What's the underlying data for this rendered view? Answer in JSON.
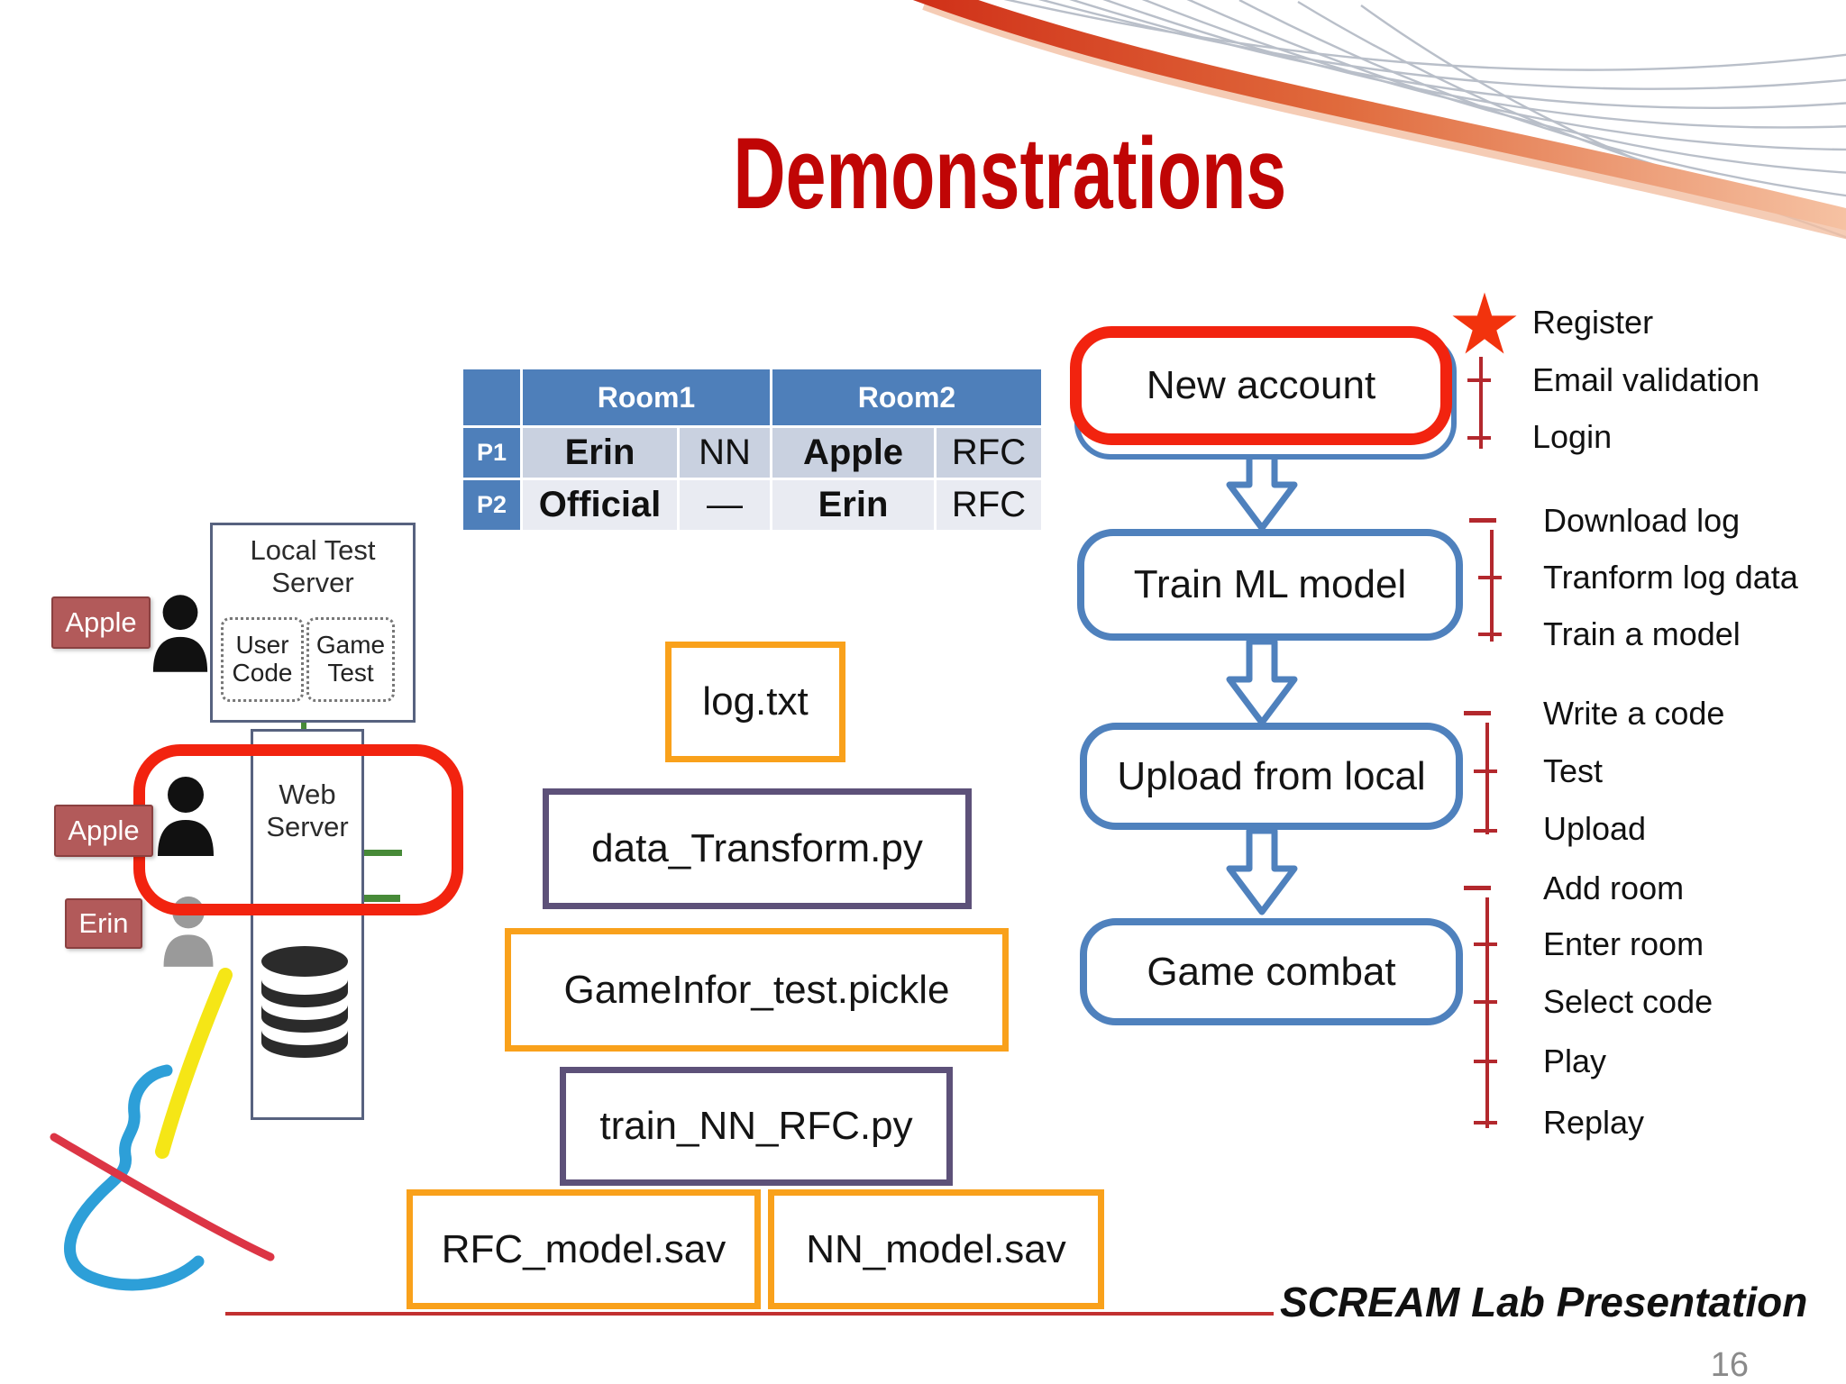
{
  "header": {
    "title": "Demonstrations"
  },
  "table": {
    "corner": "",
    "col_groups": [
      "Room1",
      "Room2"
    ],
    "rows": [
      {
        "label": "P1",
        "cells": [
          "Erin",
          "NN",
          "Apple",
          "RFC"
        ]
      },
      {
        "label": "P2",
        "cells": [
          "Official",
          "—",
          "Erin",
          "RFC"
        ]
      }
    ]
  },
  "diagram": {
    "local_test_server": "Local Test Server",
    "user_code": "User Code",
    "game_test": "Game Test",
    "web_server": "Web Server",
    "labels": {
      "apple_top": "Apple",
      "apple_mid": "Apple",
      "erin": "Erin"
    }
  },
  "files": [
    {
      "label": "log.txt",
      "style": "orange"
    },
    {
      "label": "data_Transform.py",
      "style": "purple"
    },
    {
      "label": "GameInfor_test.pickle",
      "style": "orange"
    },
    {
      "label": "train_NN_RFC.py",
      "style": "purple"
    },
    {
      "label": "RFC_model.sav",
      "style": "orange"
    },
    {
      "label": "NN_model.sav",
      "style": "orange"
    }
  ],
  "flow": {
    "steps": [
      {
        "label": "New account",
        "highlighted": true
      },
      {
        "label": "Train ML model",
        "highlighted": false
      },
      {
        "label": "Upload from local",
        "highlighted": false
      },
      {
        "label": "Game combat",
        "highlighted": false
      }
    ],
    "groups": [
      {
        "items": [
          "Register",
          "Email validation",
          "Login"
        ]
      },
      {
        "items": [
          "Download log",
          "Tranform log data",
          "Train a model"
        ]
      },
      {
        "items": [
          "Write a code",
          "Test",
          "Upload"
        ]
      },
      {
        "items": [
          "Add room",
          "Enter room",
          "Select code",
          "Play",
          "Replay"
        ]
      }
    ]
  },
  "footer": {
    "text": "SCREAM Lab Presentation",
    "page": "16"
  },
  "icons": {
    "star": "star-icon",
    "database": "database-icon",
    "user": "user-icon",
    "arrow_down": "arrow-down-icon",
    "swoosh": "swoosh-decoration",
    "logo": "scream-lab-logo"
  },
  "colors": {
    "title_red": "#C00505",
    "highlight_red": "#F2230F",
    "flow_blue": "#4F81BD",
    "table_header_blue": "#4E7FBA",
    "file_orange": "#F9A11B",
    "file_purple": "#5D5179",
    "tick_dark_red": "#B3282D",
    "arrow_green": "#478A38",
    "user_label_red": "#B25A5A"
  }
}
